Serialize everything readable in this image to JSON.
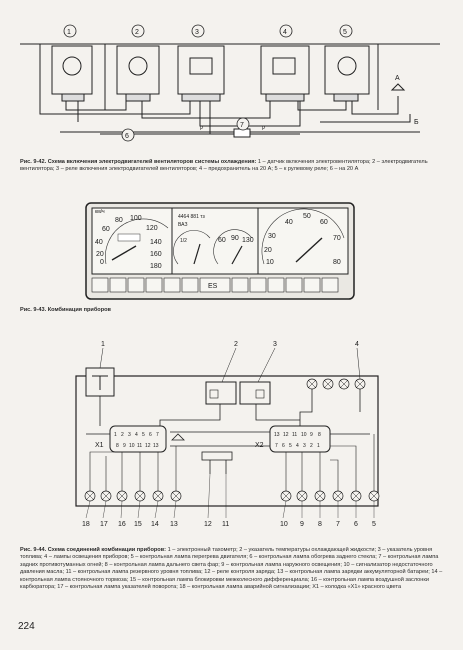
{
  "fig1": {
    "callouts": [
      "1",
      "2",
      "3",
      "4",
      "5",
      "6",
      "7"
    ],
    "labels": {
      "a": "A",
      "b": "Б",
      "r1": "P",
      "r2": "P"
    },
    "caption_title": "Рис. 9-42. Схема включения электродвигателей вентиляторов системы охлаждения:",
    "caption_text": " 1 – датчик включения электровентилятора; 2 – электродвигатель вентилятора; 3 – реле включения электродвигателей вентиляторов; 4 – предохранитель на 20 А; 5 – к рулевому реле; 6 – на 20 А"
  },
  "fig2": {
    "top_labels": [
      "км/ч",
      "4464 881 тз",
      "ВАЗ"
    ],
    "speed_ticks": [
      "0",
      "20",
      "40",
      "60",
      "80",
      "100",
      "120",
      "140",
      "160",
      "180"
    ],
    "temp_ticks": [
      "60",
      "90",
      "130"
    ],
    "fuel_ticks": [
      "1/2"
    ],
    "tacho_ticks": [
      "10",
      "20",
      "30",
      "40",
      "50",
      "60",
      "70",
      "80"
    ],
    "bottom_labels": [
      "ES"
    ],
    "caption_title": "Рис. 9-43. Комбинация приборов"
  },
  "fig3": {
    "callouts_top": [
      "1",
      "2",
      "3",
      "4"
    ],
    "connector_x1": "X1",
    "connector_x2": "X2",
    "x1_pins_top": [
      "1",
      "2",
      "3",
      "4",
      "5",
      "6",
      "7"
    ],
    "x1_pins_bottom": [
      "8",
      "9",
      "10",
      "11",
      "12",
      "13"
    ],
    "x2_pins_top": [
      "13",
      "12",
      "11",
      "10",
      "9",
      "8"
    ],
    "x2_pins_bottom": [
      "7",
      "6",
      "5",
      "4",
      "3",
      "2",
      "1"
    ],
    "callouts_bottom": [
      "18",
      "17",
      "16",
      "15",
      "14",
      "13",
      "12",
      "11",
      "10",
      "9",
      "8",
      "7",
      "6",
      "5"
    ],
    "caption_title": "Рис. 9-44. Схема соединений комбинации приборов:",
    "caption_text": " 1 – электронный тахометр; 2 – указатель температуры охлаждающей жидкости; 3 – указатель уровня топлива; 4 – лампы освещения приборов; 5 – контрольная лампа перегрева двигателя; 6 – контрольная лампа обогрева заднего стекла; 7 – контрольная лампа задних противотуманных огней; 8 – контрольная лампа дальнего света фар; 9 – контрольная лампа наружного освещения; 10 – сигнализатор недостаточного давления масла; 11 – контрольная лампа резервного уровня топлива; 12 – реле контроля заряда; 13 – контрольная лампа зарядки аккумуляторной батареи; 14 – контрольная лампа стояночного тормоза; 15 – контрольная лампа блокировки межколесного дифференциала; 16 – контрольная лампа воздушной заслонки карбюратора; 17 – контрольная лампа указателей поворота; 18 – контрольная лампа аварийной сигнализации; X1 – колодка «X1» красного цвета"
  },
  "page_number": "224"
}
